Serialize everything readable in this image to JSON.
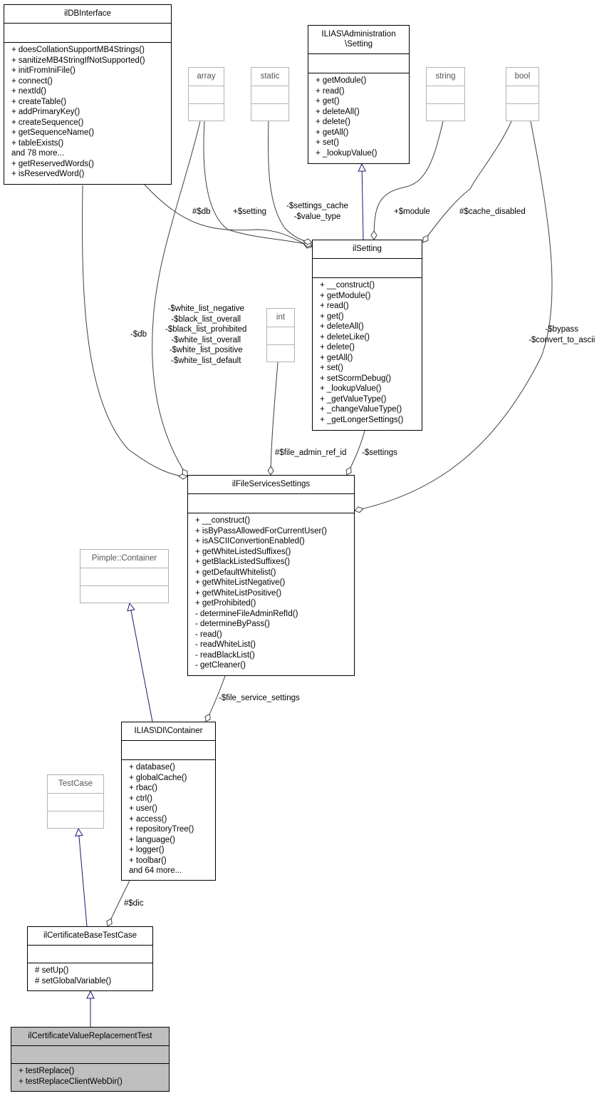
{
  "classes": {
    "ilDBInterface": {
      "name": "ilDBInterface",
      "attributes": [],
      "methods": [
        "+ doesCollationSupportMB4Strings()",
        "+ sanitizeMB4StringIfNotSupported()",
        "+ initFromIniFile()",
        "+ connect()",
        "+ nextId()",
        "+ createTable()",
        "+ addPrimaryKey()",
        "+ createSequence()",
        "+ getSequenceName()",
        "+ tableExists()",
        "and 78 more...",
        "+ getReservedWords()",
        "+ isReservedWord()"
      ]
    },
    "setting_iface": {
      "name": "ILIAS\\Administration\n\\Setting",
      "attributes": [],
      "methods": [
        "+ getModule()",
        "+ read()",
        "+ get()",
        "+ deleteAll()",
        "+ delete()",
        "+ getAll()",
        "+ set()",
        "+ _lookupValue()"
      ]
    },
    "array": {
      "name": "array"
    },
    "static": {
      "name": "static"
    },
    "string": {
      "name": "string"
    },
    "bool": {
      "name": "bool"
    },
    "int": {
      "name": "int"
    },
    "ilSetting": {
      "name": "ilSetting",
      "attributes": [],
      "methods": [
        "+ __construct()",
        "+ getModule()",
        "+ read()",
        "+ get()",
        "+ deleteAll()",
        "+ deleteLike()",
        "+ delete()",
        "+ getAll()",
        "+ set()",
        "+ setScormDebug()",
        "+ _lookupValue()",
        "+ _getValueType()",
        "+ _changeValueType()",
        "+ _getLongerSettings()"
      ]
    },
    "ilFileServicesSettings": {
      "name": "ilFileServicesSettings",
      "attributes": [],
      "methods": [
        "+ __construct()",
        "+ isByPassAllowedForCurrentUser()",
        "+ isASCIIConvertionEnabled()",
        "+ getWhiteListedSuffixes()",
        "+ getBlackListedSuffixes()",
        "+ getDefaultWhitelist()",
        "+ getWhiteListNegative()",
        "+ getWhiteListPositive()",
        "+ getProhibited()",
        "- determineFileAdminRefId()",
        "- determineByPass()",
        "- read()",
        "- readWhiteList()",
        "- readBlackList()",
        "- getCleaner()"
      ]
    },
    "pimple": {
      "name": "Pimple::Container"
    },
    "container": {
      "name": "ILIAS\\DI\\Container",
      "attributes": [],
      "methods": [
        "+ database()",
        "+ globalCache()",
        "+ rbac()",
        "+ ctrl()",
        "+ user()",
        "+ access()",
        "+ repositoryTree()",
        "+ language()",
        "+ logger()",
        "+ toolbar()",
        "and 64 more..."
      ]
    },
    "testcase": {
      "name": "TestCase"
    },
    "baseTest": {
      "name": "ilCertificateBaseTestCase",
      "attributes": [],
      "methods": [
        "# setUp()",
        "# setGlobalVariable()"
      ]
    },
    "valueTest": {
      "name": "ilCertificateValueReplacementTest",
      "attributes": [],
      "methods": [
        "+ testReplace()",
        "+ testReplaceClientWebDir()"
      ]
    }
  },
  "edge_labels": {
    "db1": "#$db",
    "setting": "+$setting",
    "settings_cache": "-$settings_cache\n-$value_type",
    "module": "+$module",
    "cache_disabled": "#$cache_disabled",
    "db2": "-$db",
    "white_list": "-$white_list_negative\n-$black_list_overall\n-$black_list_prohibited\n-$white_list_overall\n-$white_list_positive\n-$white_list_default",
    "bypass": "-$bypass\n-$convert_to_ascii",
    "file_admin_ref_id": "#$file_admin_ref_id",
    "settings": "-$settings",
    "file_service_settings": "-$file_service_settings",
    "dic": "#$dic"
  },
  "colors": {
    "generalization": "#191970",
    "association": "#404040",
    "gray_border": "#b3b3b3",
    "highlight_fill": "#bfbfbf"
  }
}
